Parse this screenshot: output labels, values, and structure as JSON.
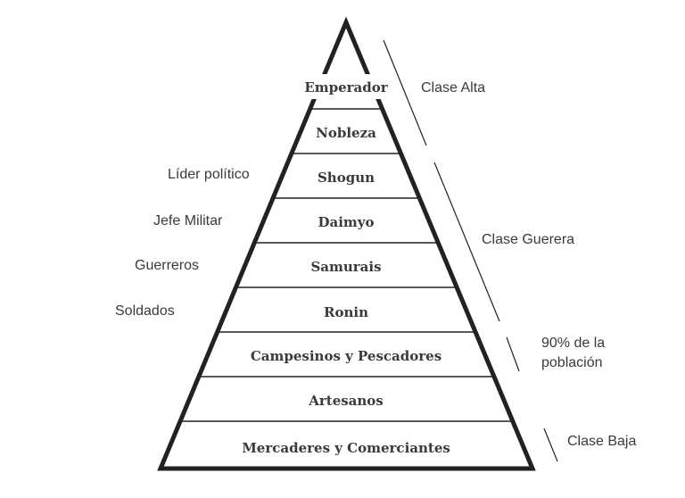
{
  "levels": [
    "Emperador",
    "Nobleza",
    "Shogun",
    "Daimyo",
    "Samurais",
    "Ronin",
    "Campesinos y Pescadores",
    "Artesanos",
    "Mercaderes y Comerciantes"
  ],
  "left_notes": [
    "Líder político",
    "Jefe Militar",
    "Guerreros",
    "Soldados"
  ],
  "classes": {
    "alta": "Clase Alta",
    "guerrera": "Clase Guerera",
    "pop1": "90% de la",
    "pop2": "población",
    "baja": "Clase Baja"
  },
  "colors": {
    "ink": "#222222",
    "text": "#3a3a3a"
  }
}
